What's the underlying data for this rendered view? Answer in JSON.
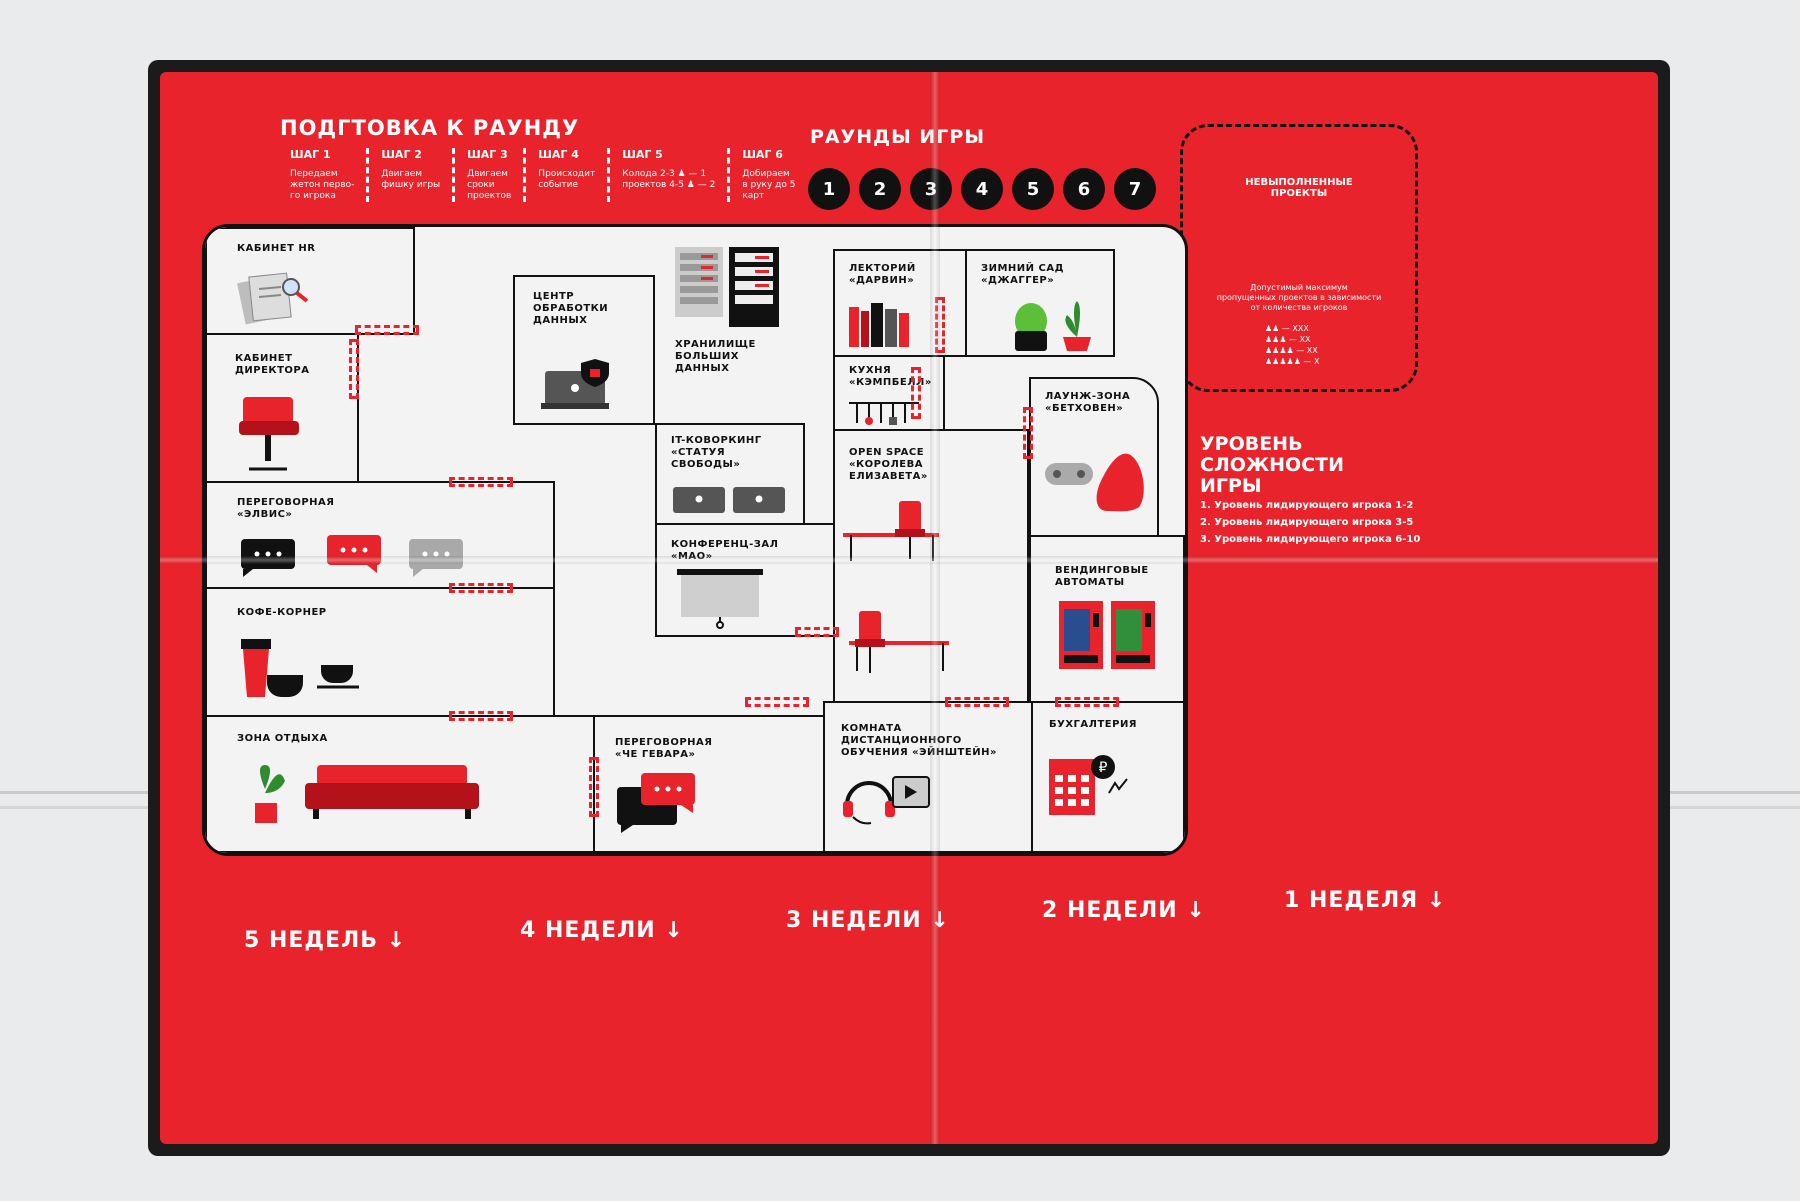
{
  "prep": {
    "title": "ПОДГТОВКА К РАУНДУ",
    "steps": [
      {
        "h": "ШАГ 1",
        "t": "Передаем\nжетон перво-\nго игрока"
      },
      {
        "h": "ШАГ 2",
        "t": "Двигаем\nфишку игры"
      },
      {
        "h": "ШАГ 3",
        "t": "Двигаем\nсроки\nпроектов"
      },
      {
        "h": "ШАГ 4",
        "t": "Происходит\nсобытие"
      },
      {
        "h": "ШАГ 5",
        "t": "Колода   2-3 ♟ — 1\nпроектов  4-5 ♟ — 2"
      },
      {
        "h": "ШАГ 6",
        "t": "Добираем\nв руку до 5\nкарт"
      }
    ]
  },
  "rounds": {
    "title": "РАУНДЫ ИГРЫ",
    "items": [
      "1",
      "2",
      "3",
      "4",
      "5",
      "6",
      "7"
    ]
  },
  "projects": {
    "title": "НЕВЫПОЛНЕННЫЕ\nПРОЕКТЫ",
    "max": "Допустимый максимум\nпропущенных проектов в зависимости\nот количества игроков",
    "rows": [
      "♟♟ — XXX",
      "♟♟♟ — XX",
      "♟♟♟♟ — XX",
      "♟♟♟♟♟ — X"
    ]
  },
  "level": {
    "title": "УРОВЕНЬ\nСЛОЖНОСТИ\nИГРЫ",
    "items": [
      "1.  Уровень лидирующего игрока 1-2",
      "2.  Уровень лидирующего игрока 3-5",
      "3.  Уровень лидирующего игрока 6-10"
    ]
  },
  "rooms": {
    "hr": "КАБИНЕТ HR",
    "director": "КАБИНЕТ\nДИРЕКТОРА",
    "datacenter": "ЦЕНТР\nОБРАБОТКИ\nДАННЫХ",
    "storage": "ХРАНИЛИЩЕ\nБОЛЬШИХ\nДАННЫХ",
    "lecture": "ЛЕКТОРИЙ\n«ДАРВИН»",
    "garden": "ЗИМНИЙ САД\n«ДЖАГГЕР»",
    "kitchen": "КУХНЯ\n«КЭМПБЕЛЛ»",
    "lounge": "ЛАУНЖ-ЗОНА\n«БЕТХОВЕН»",
    "cowork": "IT-КОВОРКИНГ\n«СТАТУЯ\nСВОБОДЫ»",
    "openspace": "OPEN SPACE\n«КОРОЛЕВА\nЕЛИЗАВЕТА»",
    "elvis": "ПЕРЕГОВОРНАЯ\n«ЭЛВИС»",
    "mao": "КОНФЕРЕНЦ-ЗАЛ\n«МАО»",
    "vending": "ВЕНДИНГОВЫЕ\nАВТОМАТЫ",
    "coffee": "КОФЕ-КОРНЕР",
    "rest": "ЗОНА ОТДЫХА",
    "che": "ПЕРЕГОВОРНАЯ\n«ЧЕ ГЕВАРА»",
    "einstein": "КОМНАТА\nДИСТАНЦИОННОГО\nОБУЧЕНИЯ «ЭЙНШТЕЙН»",
    "accounting": "БУХГАЛТЕРИЯ"
  },
  "weeks": [
    "5 НЕДЕЛЬ ↓",
    "4 НЕДЕЛИ ↓",
    "3 НЕДЕЛИ ↓",
    "2 НЕДЕЛИ ↓",
    "1 НЕДЕЛЯ ↓"
  ],
  "colors": {
    "board": "#e8232b",
    "ink": "#111111",
    "paper": "#f3f3f3"
  }
}
